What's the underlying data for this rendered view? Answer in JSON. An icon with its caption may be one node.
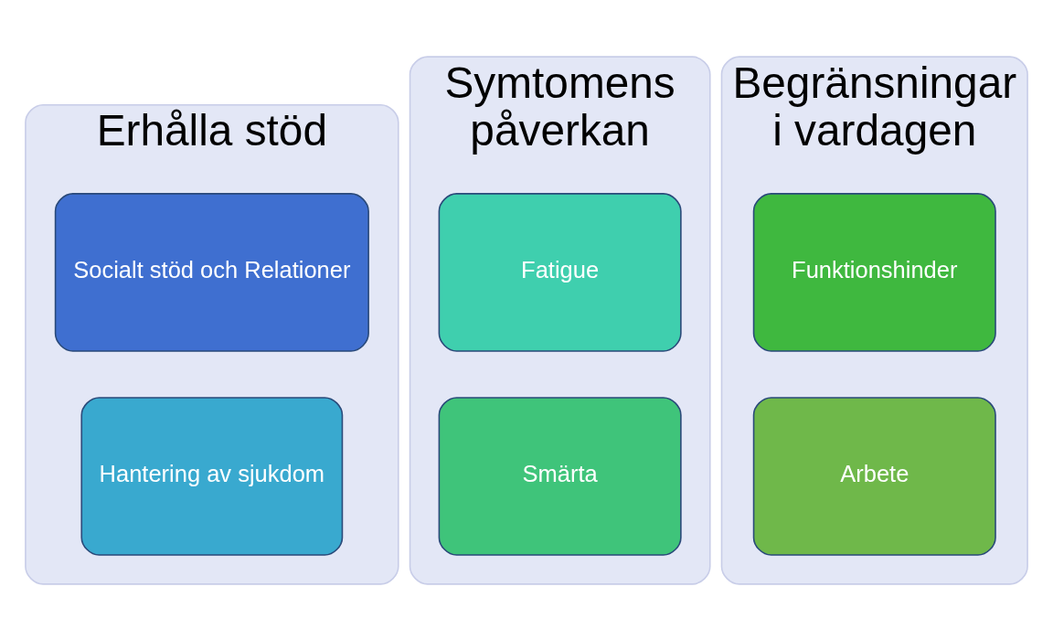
{
  "diagram": {
    "nodes": [
      {
        "text": [
          "Erhålla stöd"
        ]
      },
      {
        "text": [
          "Socialt stöd och Relationer"
        ],
        "in": 0
      },
      {
        "text": [
          "Hantering av sjukdom"
        ],
        "in": 0
      },
      {
        "text": [
          "Symtomens påverkan"
        ]
      },
      {
        "text": [
          "Fatigue"
        ],
        "in": 3
      },
      {
        "text": [
          "Smärta"
        ],
        "in": 3
      },
      {
        "text": [
          "Begränsningar i vardagen"
        ]
      },
      {
        "text": [
          "Funktionshinder"
        ],
        "in": 6
      },
      {
        "text": [
          "Arbete"
        ],
        "in": 6
      }
    ]
  }
}
